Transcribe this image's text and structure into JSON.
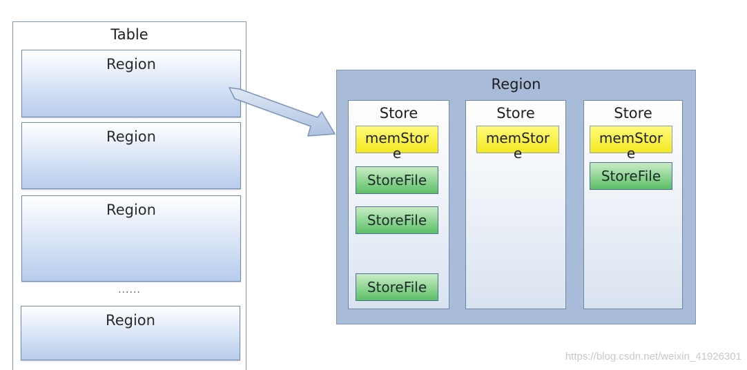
{
  "table": {
    "title": "Table",
    "regions": [
      "Region",
      "Region",
      "Region",
      "Region"
    ],
    "ellipsis": "......"
  },
  "region_detail": {
    "title": "Region",
    "stores": [
      {
        "title": "Store",
        "memstore": [
          "memStor",
          "e"
        ],
        "storefiles": [
          "StoreFile",
          "StoreFile",
          "StoreFile"
        ]
      },
      {
        "title": "Store",
        "memstore": [
          "memStor",
          "e"
        ],
        "storefiles": []
      },
      {
        "title": "Store",
        "memstore": [
          "memStor",
          "e"
        ],
        "storefiles": [
          "StoreFile"
        ]
      }
    ]
  },
  "colors": {
    "memstore": "#f4e820",
    "storefile": "#5cc067",
    "region_panel": "#a8bbd9",
    "region_gradient_bottom": "#b7cbec"
  },
  "watermark": "https://blog.csdn.net/weixin_41926301"
}
